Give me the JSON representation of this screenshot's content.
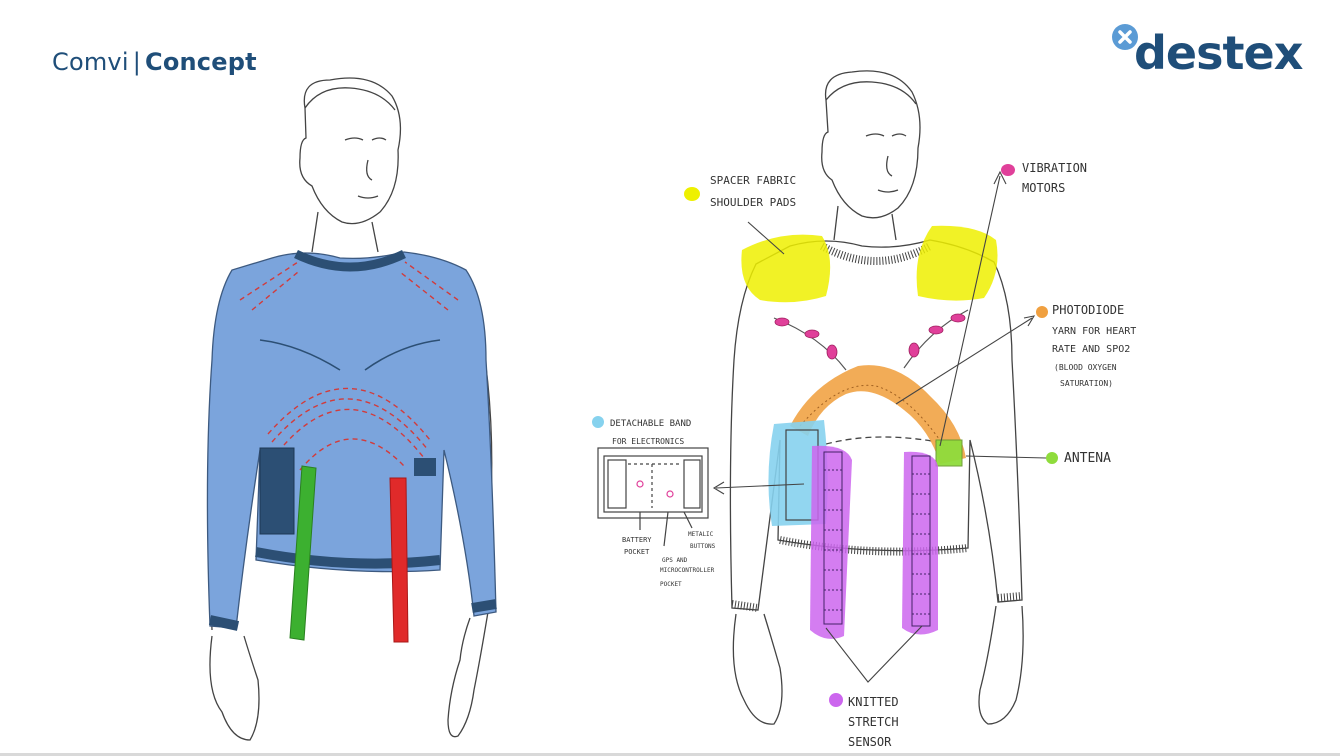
{
  "header": {
    "title_part1": "Comvi",
    "title_separator": "|",
    "title_part2": "Concept"
  },
  "logo": {
    "text": "destex",
    "mark_icon": "x-circle-icon",
    "color": "#1f4e79",
    "mark_color": "#5b9bd5"
  },
  "labels": {
    "shoulder_pads": [
      "SPACER FABRIC",
      "SHOULDER PADS"
    ],
    "vibration_motors": [
      "VIBRATION",
      "MOTORS"
    ],
    "photodiode": [
      "PHOTODIODE",
      "YARN FOR HEART",
      "RATE AND SPO2",
      "(BLOOD OXYGEN",
      "SATURATION)"
    ],
    "detachable_band": [
      "DETACHABLE BAND",
      "FOR ELECTRONICS"
    ],
    "antenna": "ANTENA",
    "knitted_sensor": [
      "KNITTED",
      "STRETCH",
      "SENSOR"
    ],
    "battery_pocket": [
      "BATTERY",
      "POCKET"
    ],
    "gps_pocket": [
      "GPS AND",
      "MICROCONTROLLER",
      "POCKET"
    ],
    "metallic_buttons": [
      "METALIC",
      "BUTTONS"
    ]
  },
  "colors": {
    "shirt": "#7ba4dc",
    "shirt_dark": "#2c4f74",
    "shoulder_pads": "#eef000",
    "vibration_motors": "#e0409a",
    "photodiode": "#f0a040",
    "detachable_band": "#86d2ee",
    "antenna": "#8fdc3c",
    "knitted_sensor": "#cc66ee",
    "left_strap_green": "#3cb030",
    "left_strap_red": "#e02a2a"
  }
}
